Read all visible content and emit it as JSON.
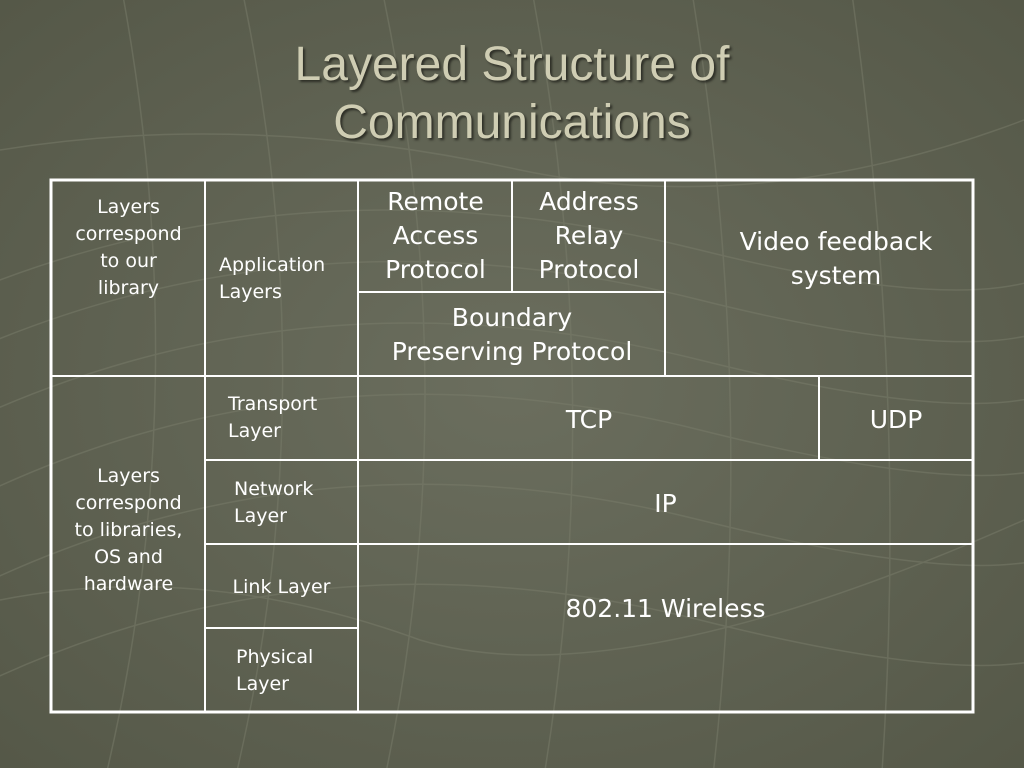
{
  "slide": {
    "title_line1": "Layered Structure of",
    "title_line2": "Communications"
  },
  "table": {
    "library_group": [
      "Layers",
      "correspond",
      "to our",
      "library"
    ],
    "system_group": [
      "Layers",
      "correspond",
      "to libraries,",
      "OS and",
      "hardware"
    ],
    "application_layers": [
      "Application",
      "Layers"
    ],
    "transport_layer": [
      "Transport",
      "Layer"
    ],
    "network_layer": [
      "Network",
      "Layer"
    ],
    "link_layer": "Link Layer",
    "physical_layer": [
      "Physical",
      "Layer"
    ],
    "remote_access_protocol": [
      "Remote",
      "Access",
      "Protocol"
    ],
    "address_relay_protocol": [
      "Address",
      "Relay",
      "Protocol"
    ],
    "boundary_preserving_protocol": [
      "Boundary",
      "Preserving Protocol"
    ],
    "video_feedback_system": [
      "Video feedback",
      "system"
    ],
    "tcp": "TCP",
    "udp": "UDP",
    "ip": "IP",
    "wireless": "802.11 Wireless"
  },
  "colors": {
    "background": "#5f6253",
    "title": "#cfcdb3",
    "text": "#ffffff",
    "grid_lines": "#ffffff"
  }
}
